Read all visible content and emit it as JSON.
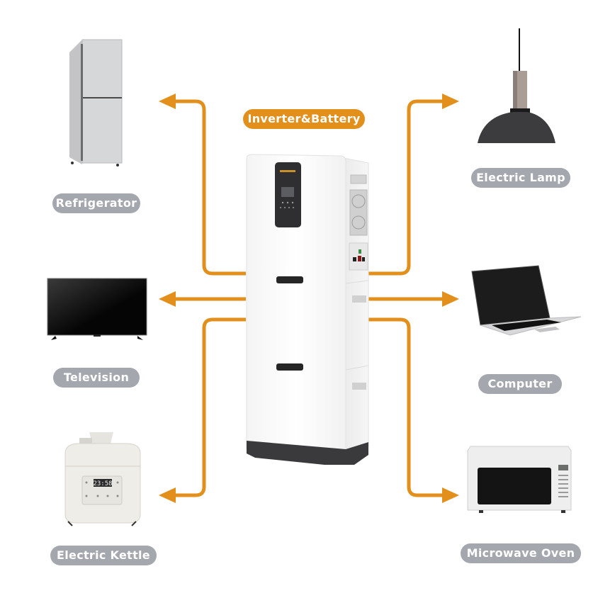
{
  "title": "Inverter&Battery",
  "colors": {
    "arrow": "#e28f1c",
    "label_bg": "#a4a7ae",
    "title_bg": "#e28f1c"
  },
  "appliances": {
    "refrigerator": {
      "label": "Refrigerator",
      "icon": "refrigerator-icon"
    },
    "television": {
      "label": "Television",
      "icon": "television-icon"
    },
    "electric_kettle": {
      "label": "Electric Kettle",
      "icon": "rice-cooker-icon",
      "display": "23:58"
    },
    "electric_lamp": {
      "label": "Electric Lamp",
      "icon": "pendant-lamp-icon"
    },
    "computer": {
      "label": "Computer",
      "icon": "laptop-icon"
    },
    "microwave_oven": {
      "label": "Microwave Oven",
      "icon": "microwave-icon"
    }
  },
  "central_unit": {
    "icon": "inverter-battery-icon"
  }
}
